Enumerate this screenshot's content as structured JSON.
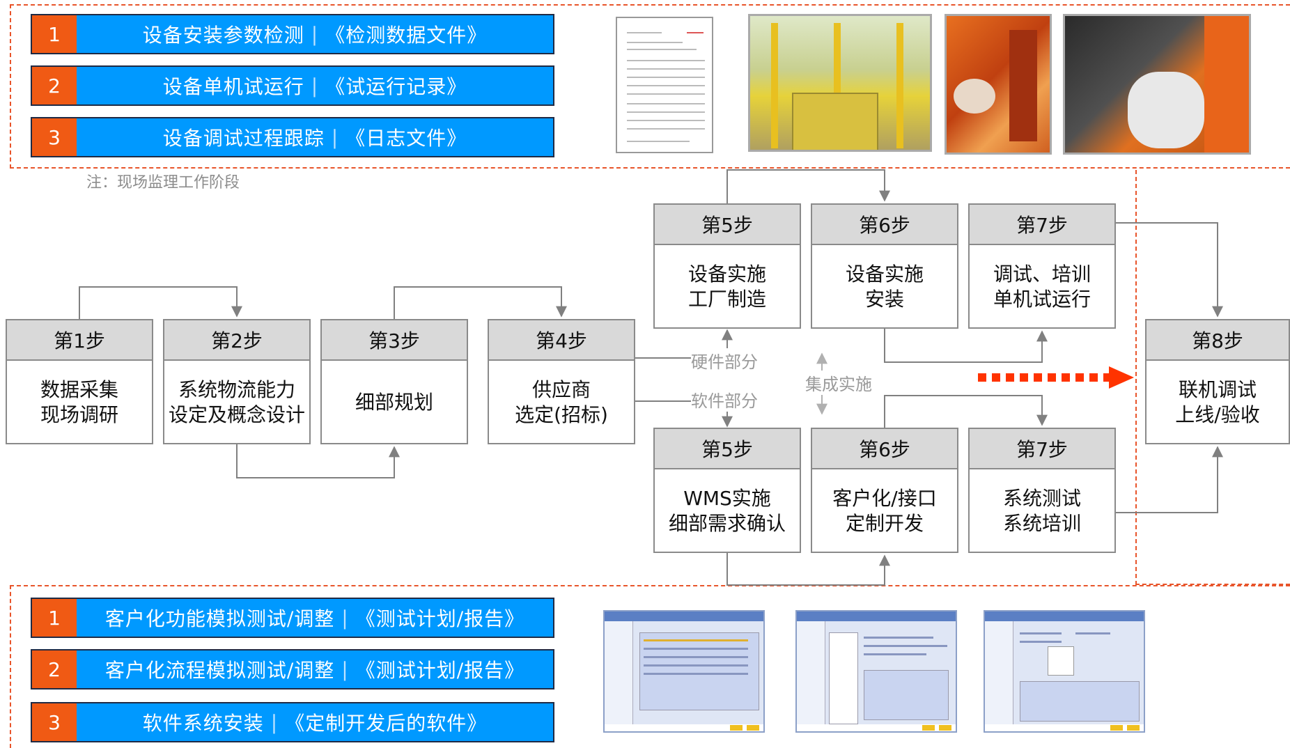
{
  "top_tasks": [
    {
      "num": "1",
      "task": "设备安装参数检测",
      "doc": "《检测数据文件》"
    },
    {
      "num": "2",
      "task": "设备单机试运行",
      "doc": "《试运行记录》"
    },
    {
      "num": "3",
      "task": "设备调试过程跟踪",
      "doc": "《日志文件》"
    }
  ],
  "note": "注：现场监理工作阶段",
  "steps": {
    "s1": {
      "title": "第1步",
      "lines": [
        "数据采集",
        "现场调研"
      ]
    },
    "s2": {
      "title": "第2步",
      "lines": [
        "系统物流能力",
        "设定及概念设计"
      ]
    },
    "s3": {
      "title": "第3步",
      "lines": [
        "细部规划"
      ]
    },
    "s4": {
      "title": "第4步",
      "lines": [
        "供应商",
        "选定(招标)"
      ]
    },
    "hw5": {
      "title": "第5步",
      "lines": [
        "设备实施",
        "工厂制造"
      ]
    },
    "hw6": {
      "title": "第6步",
      "lines": [
        "设备实施",
        "安装"
      ]
    },
    "hw7": {
      "title": "第7步",
      "lines": [
        "调试、培训",
        "单机试运行"
      ]
    },
    "sw5": {
      "title": "第5步",
      "lines": [
        "WMS实施",
        "细部需求确认"
      ]
    },
    "sw6": {
      "title": "第6步",
      "lines": [
        "客户化/接口",
        "定制开发"
      ]
    },
    "sw7": {
      "title": "第7步",
      "lines": [
        "系统测试",
        "系统培训"
      ]
    },
    "s8": {
      "title": "第8步",
      "lines": [
        "联机调试",
        "上线/验收"
      ]
    }
  },
  "labels": {
    "hardware": "硬件部分",
    "software": "软件部分",
    "integration": "集成实施"
  },
  "bottom_tasks": [
    {
      "num": "1",
      "task": "客户化功能模拟测试/调整",
      "doc": "《测试计划/报告》"
    },
    {
      "num": "2",
      "task": "客户化流程模拟测试/调整",
      "doc": "《测试计划/报告》"
    },
    {
      "num": "3",
      "task": "软件系统安装",
      "doc": "《定制开发后的软件》"
    }
  ],
  "icons": {
    "separator": "divider-bar",
    "arrow": "orange-dotted-arrow",
    "double_arrow": "vertical-double-arrow"
  },
  "colors": {
    "task_number_bg": "#f05a14",
    "task_text_bg": "#0099ff",
    "frame_dash": "#e8542a",
    "step_header_bg": "#d9d9d9",
    "connector": "#808080",
    "big_arrow": "#ff3300"
  }
}
